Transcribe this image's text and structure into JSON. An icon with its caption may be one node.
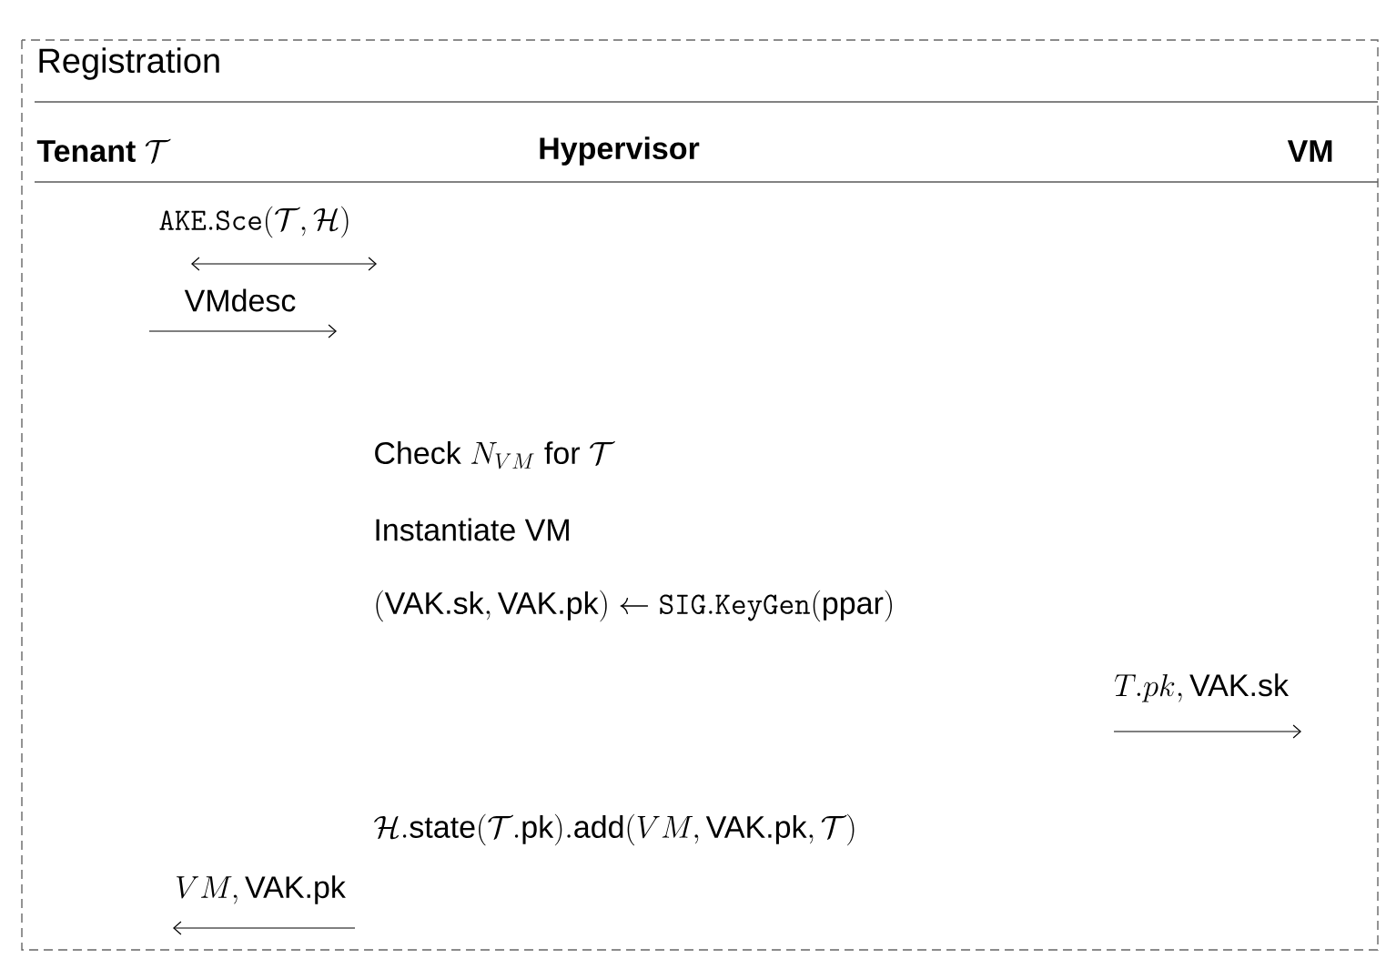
{
  "diagram": {
    "title": "Registration",
    "labels": [
      "\\textbf{Tenant}\\ \\mathcal{T}",
      "Hypervisor",
      "VM",
      "\\mathtt{AKE.Sce}(\\mathcal{T},\\mathcal{H})",
      "VMdesc",
      "\\text{Check }N_{VM}\\text{ for }\\mathcal{T}",
      "Instantiate VM",
      "(\\text{VAK.sk},\\text{VAK.pk})\\leftarrow\\mathtt{SIG.KeyGen}(\\text{ppar})",
      "T.pk,\\text{VAK.sk}",
      "\\mathcal{H}.\\text{state}(\\mathcal{T}.\\text{pk}).\\text{add}(VM,\\text{VAK.pk},\\mathcal{T})",
      "VM,\\text{VAK.pk}"
    ]
  }
}
